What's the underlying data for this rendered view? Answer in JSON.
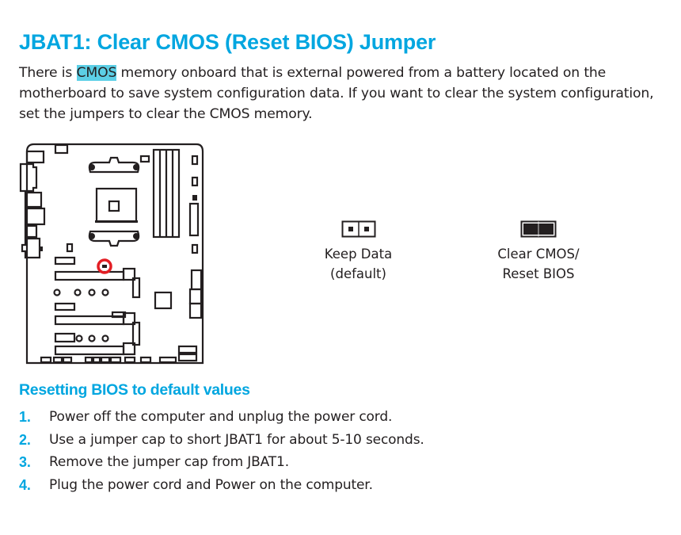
{
  "section": {
    "title": "JBAT1: Clear CMOS (Reset BIOS) Jumper",
    "intro": {
      "before_highlight": "There is ",
      "highlight": "CMOS",
      "after_highlight": " memory onboard that is external powered from a battery located on the motherboard to save system configuration data. If you want to clear the system configuration, set the jumpers to clear the CMOS memory."
    }
  },
  "diagram": {
    "board_icon": "motherboard-layout-icon",
    "marker_color": "#e31e24",
    "marker_label": "jbat1-location-marker"
  },
  "jumper_states": [
    {
      "icon": "jumper-open-icon",
      "label_line1": "Keep Data",
      "label_line2": "(default)"
    },
    {
      "icon": "jumper-shorted-icon",
      "label_line1": "Clear CMOS/",
      "label_line2": "Reset BIOS"
    }
  ],
  "resetting": {
    "heading": "Resetting BIOS to default values",
    "steps": [
      {
        "num": "1.",
        "text": "Power off the computer and unplug the power cord."
      },
      {
        "num": "2.",
        "text": "Use a jumper cap to short JBAT1 for about 5-10 seconds."
      },
      {
        "num": "3.",
        "text": "Remove the jumper cap from JBAT1."
      },
      {
        "num": "4.",
        "text": "Plug the power cord and Power on the computer."
      }
    ]
  },
  "colors": {
    "accent": "#00a6e0",
    "highlight": "#5ccfe6",
    "text": "#231f20",
    "marker": "#e31e24"
  }
}
